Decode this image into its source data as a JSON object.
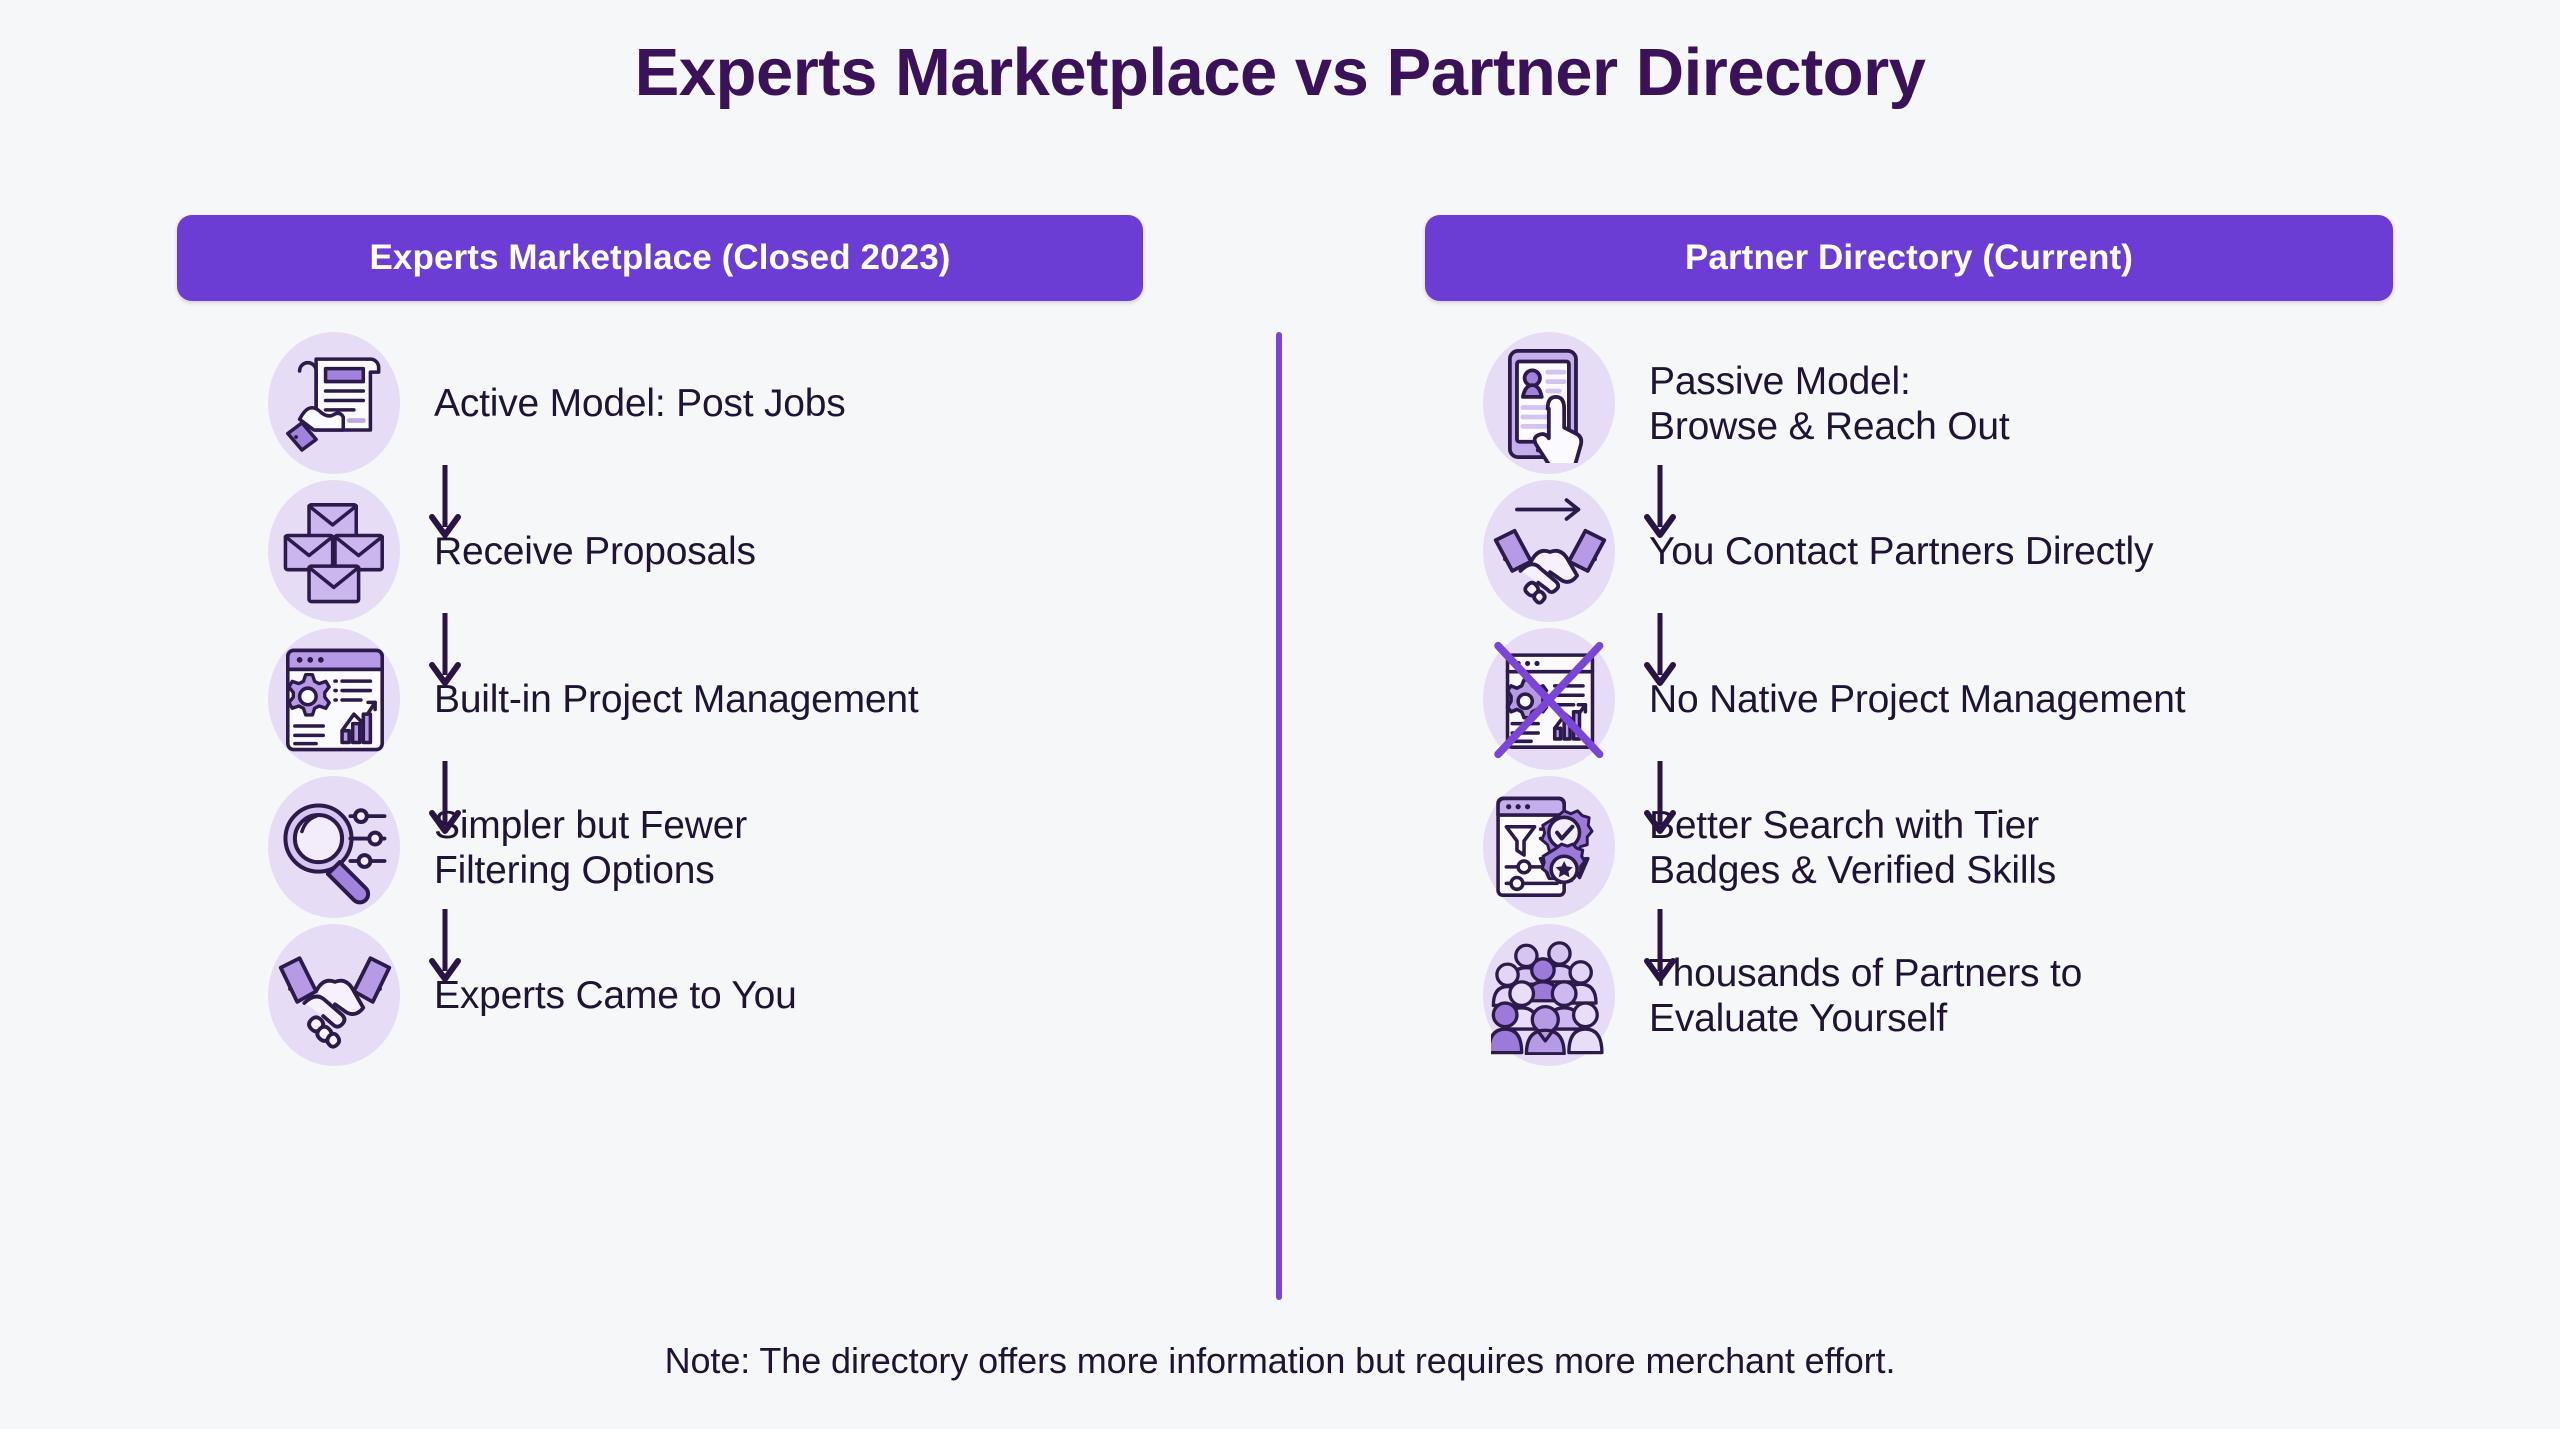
{
  "title": "Experts Marketplace vs Partner Directory",
  "colors": {
    "background": "#f6f7f8",
    "title_text": "#3b1259",
    "pill_fill": "#6c3dd4",
    "pill_text": "#ffffff",
    "body_text": "#1f1433",
    "divider": "#7b45d8",
    "icon_disc": "#e6dcf5",
    "icon_stroke": "#2c1a4a",
    "icon_accent": "#a183dd",
    "arrow": "#2a1345",
    "strike_x": "#7b45d8"
  },
  "columns": [
    {
      "header": "Experts Marketplace (Closed 2023)",
      "steps": [
        {
          "icon": "document-hand-icon",
          "label": "Active Model: Post Jobs"
        },
        {
          "icon": "envelopes-icon",
          "label": "Receive Proposals"
        },
        {
          "icon": "dashboard-gear-icon",
          "label": "Built-in Project Management"
        },
        {
          "icon": "magnifier-filter-icon",
          "label": "Simpler but Fewer\nFiltering Options"
        },
        {
          "icon": "handshake-icon",
          "label": "Experts Came to You"
        }
      ]
    },
    {
      "header": "Partner Directory (Current)",
      "steps": [
        {
          "icon": "profile-tap-icon",
          "label": "Passive Model:\nBrowse & Reach Out"
        },
        {
          "icon": "handshake-arrow-icon",
          "label": "You Contact Partners Directly"
        },
        {
          "icon": "dashboard-gear-crossed-icon",
          "label": "No Native Project Management"
        },
        {
          "icon": "search-badge-icon",
          "label": "Better Search with Tier\nBadges & Verified Skills"
        },
        {
          "icon": "people-crowd-icon",
          "label": "Thousands of Partners to\nEvaluate Yourself"
        }
      ]
    }
  ],
  "note": "Note: The directory offers more information but requires more merchant effort."
}
